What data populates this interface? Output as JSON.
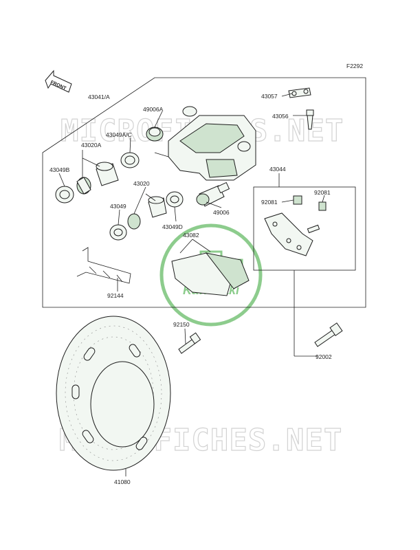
{
  "figure_code": "F2292",
  "front_arrow_label": "FRONT",
  "watermark_text": "MICROFICHES.NET",
  "logo_text": "Kawasaki",
  "colors": {
    "line": "#1c1c1c",
    "part_fill": "#f2f7f2",
    "part_shade": "#cfe3cf",
    "logo_green": "#2fa32f",
    "watermark_gray": "#d2d2d2"
  },
  "labels": {
    "p43041A": "43041/A",
    "p49006A": "49006A",
    "p43057": "43057",
    "p43056": "43056",
    "p43049AC": "43049A/C",
    "p43020A": "43020A",
    "p43049B": "43049B",
    "p43020": "43020",
    "p43049": "43049",
    "p43049D": "43049D",
    "p49006": "49006",
    "p43044": "43044",
    "p92081a": "92081",
    "p92081b": "92081",
    "p43082": "43082",
    "p92144": "92144",
    "p92150": "92150",
    "p92002": "92002",
    "p41080": "41080"
  }
}
